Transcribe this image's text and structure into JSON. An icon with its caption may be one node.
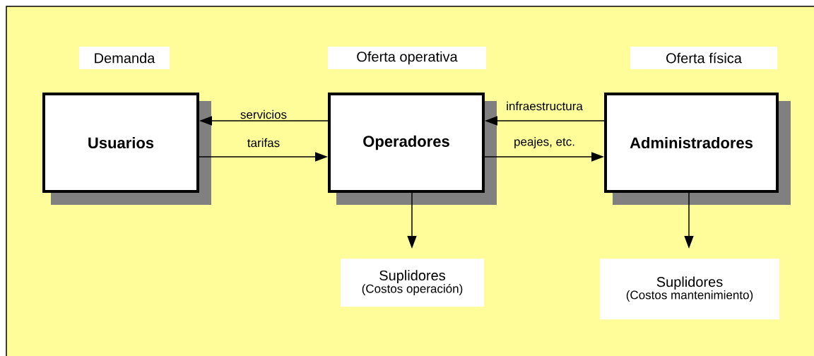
{
  "diagram": {
    "nodes": [
      {
        "text": [
          "Usuarios"
        ]
      },
      {
        "text": [
          "Operadores"
        ]
      },
      {
        "text": [
          "Administradores"
        ]
      },
      {
        "text": [
          "Suplidores",
          "(Costos operación)"
        ]
      },
      {
        "text": [
          "Suplidores",
          "(Costos mantenimiento)"
        ]
      }
    ],
    "edges": [
      {
        "from": 1,
        "to": 0,
        "arrow": "to",
        "label": "servicios"
      },
      {
        "from": 0,
        "to": 1,
        "arrow": "to",
        "label": "tarifas"
      },
      {
        "from": 2,
        "to": 1,
        "arrow": "to",
        "label": "infraestructura"
      },
      {
        "from": 1,
        "to": 2,
        "arrow": "to",
        "label": "peajes, etc."
      },
      {
        "from": 1,
        "to": 3,
        "arrow": "to"
      },
      {
        "from": 2,
        "to": 4,
        "arrow": "to"
      }
    ],
    "labels": [
      "Demanda",
      "Oferta operativa",
      "Oferta física"
    ]
  }
}
